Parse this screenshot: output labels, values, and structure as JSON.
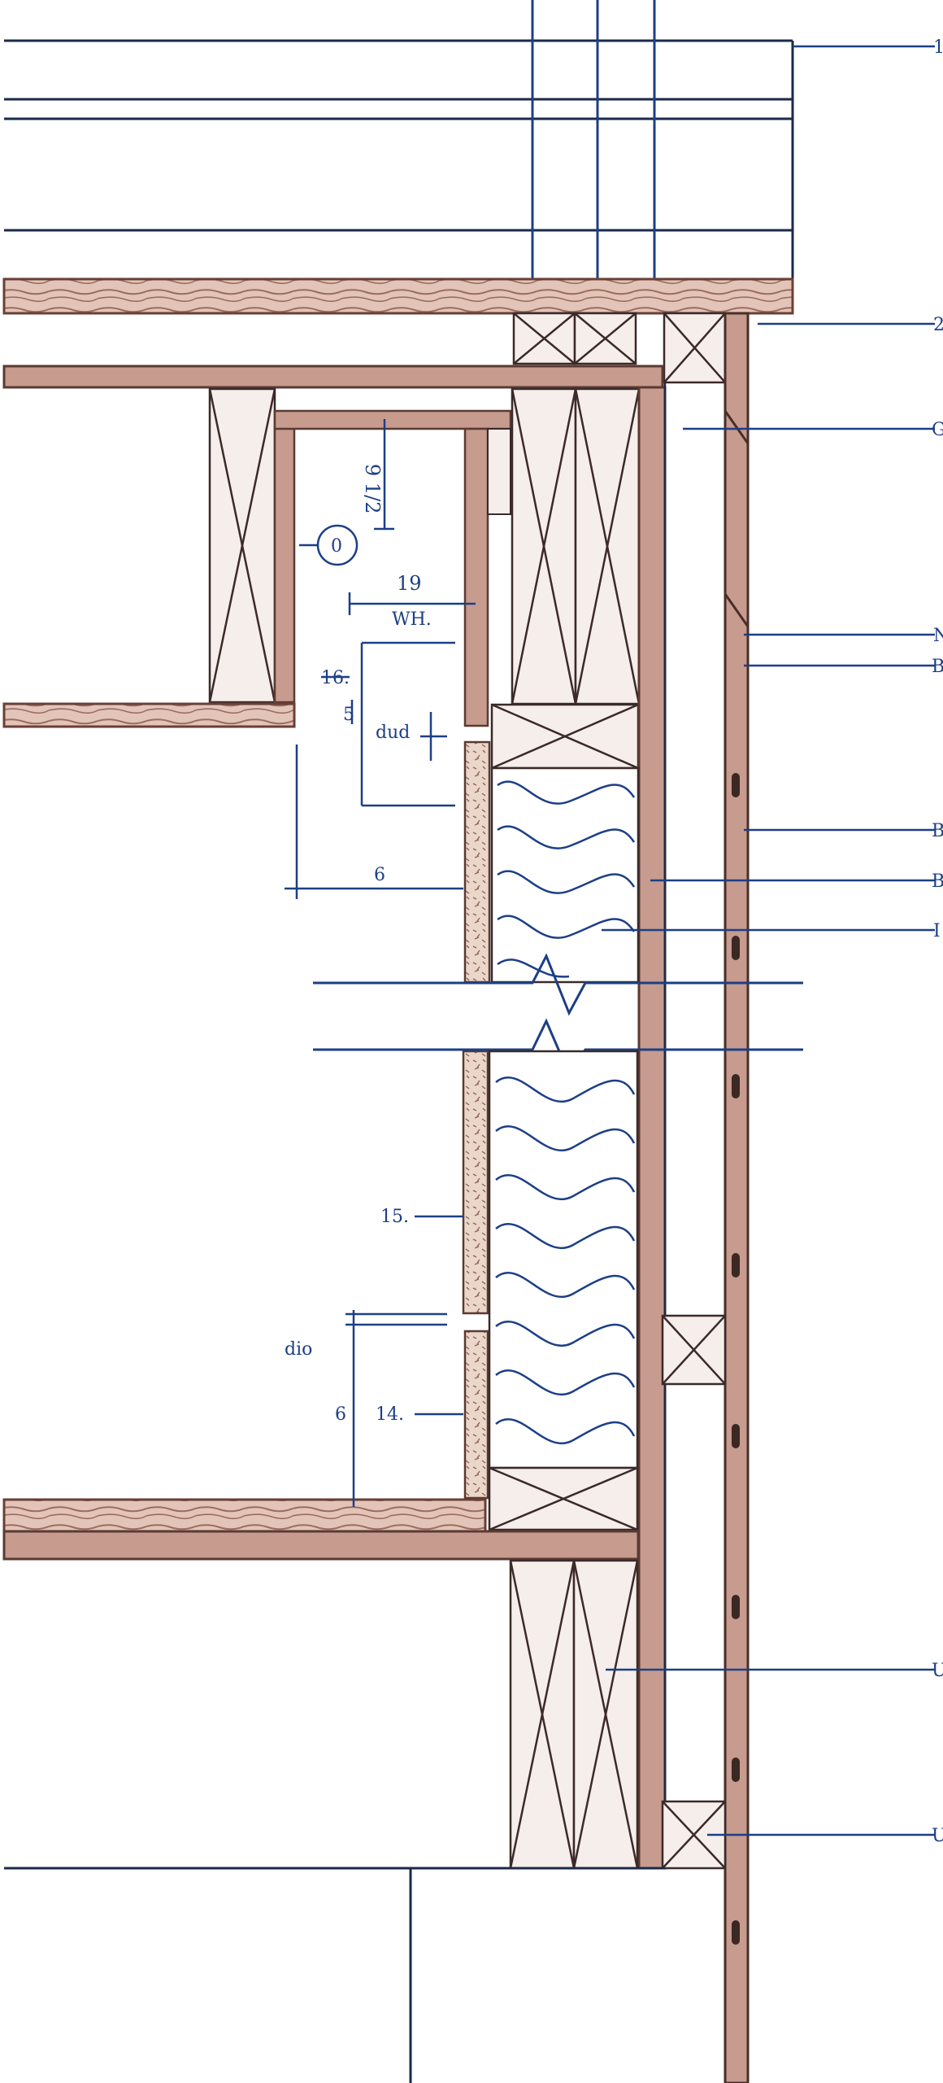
{
  "colors": {
    "line": "#17305e",
    "note": "#1c3f86",
    "timber": "#c79b8e",
    "timber_dark": "#8a5a4f",
    "plaster": "#e7d3c6",
    "insulation": "#ffffff"
  },
  "annotations": {
    "dim_upper_vertical": "9 1/2",
    "ref_circle": "0",
    "dim_14": "19",
    "dim_14_sub": "WH.",
    "callout_16": "16.",
    "dim_side": "5",
    "dim_box": "dud",
    "dim_bottom": "6",
    "callout_15": "15.",
    "dim_lower_left": "dio",
    "dim_lower_left2": "6",
    "callout_14": "14."
  },
  "leader_tags": [
    "1",
    "2",
    "G",
    "N",
    "B",
    "B",
    "B",
    "I",
    "U",
    "U"
  ]
}
